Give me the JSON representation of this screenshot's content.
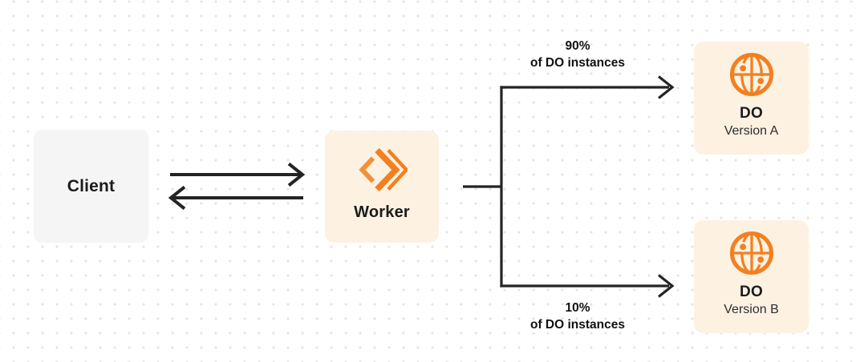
{
  "colors": {
    "orange": "#f28020",
    "orange_light": "#f39036",
    "cream": "#fdf1e2",
    "gray_box": "#f5f5f6",
    "arrow": "#242424",
    "text": "#1b1b1d",
    "text_secondary": "#2d2d2f",
    "dot": "#e4e4e8",
    "bg": "#ffffff"
  },
  "nodes": {
    "client": {
      "label": "Client"
    },
    "worker": {
      "label": "Worker",
      "icon": "cloudflare-workers-logo-icon"
    },
    "do_a": {
      "title": "DO",
      "subtitle": "Version A",
      "icon": "durable-object-globe-icon"
    },
    "do_b": {
      "title": "DO",
      "subtitle": "Version B",
      "icon": "durable-object-globe-icon"
    }
  },
  "edges": {
    "top": {
      "percent": "90%",
      "caption": "of DO instances"
    },
    "bottom": {
      "percent": "10%",
      "caption": "of DO instances"
    }
  }
}
